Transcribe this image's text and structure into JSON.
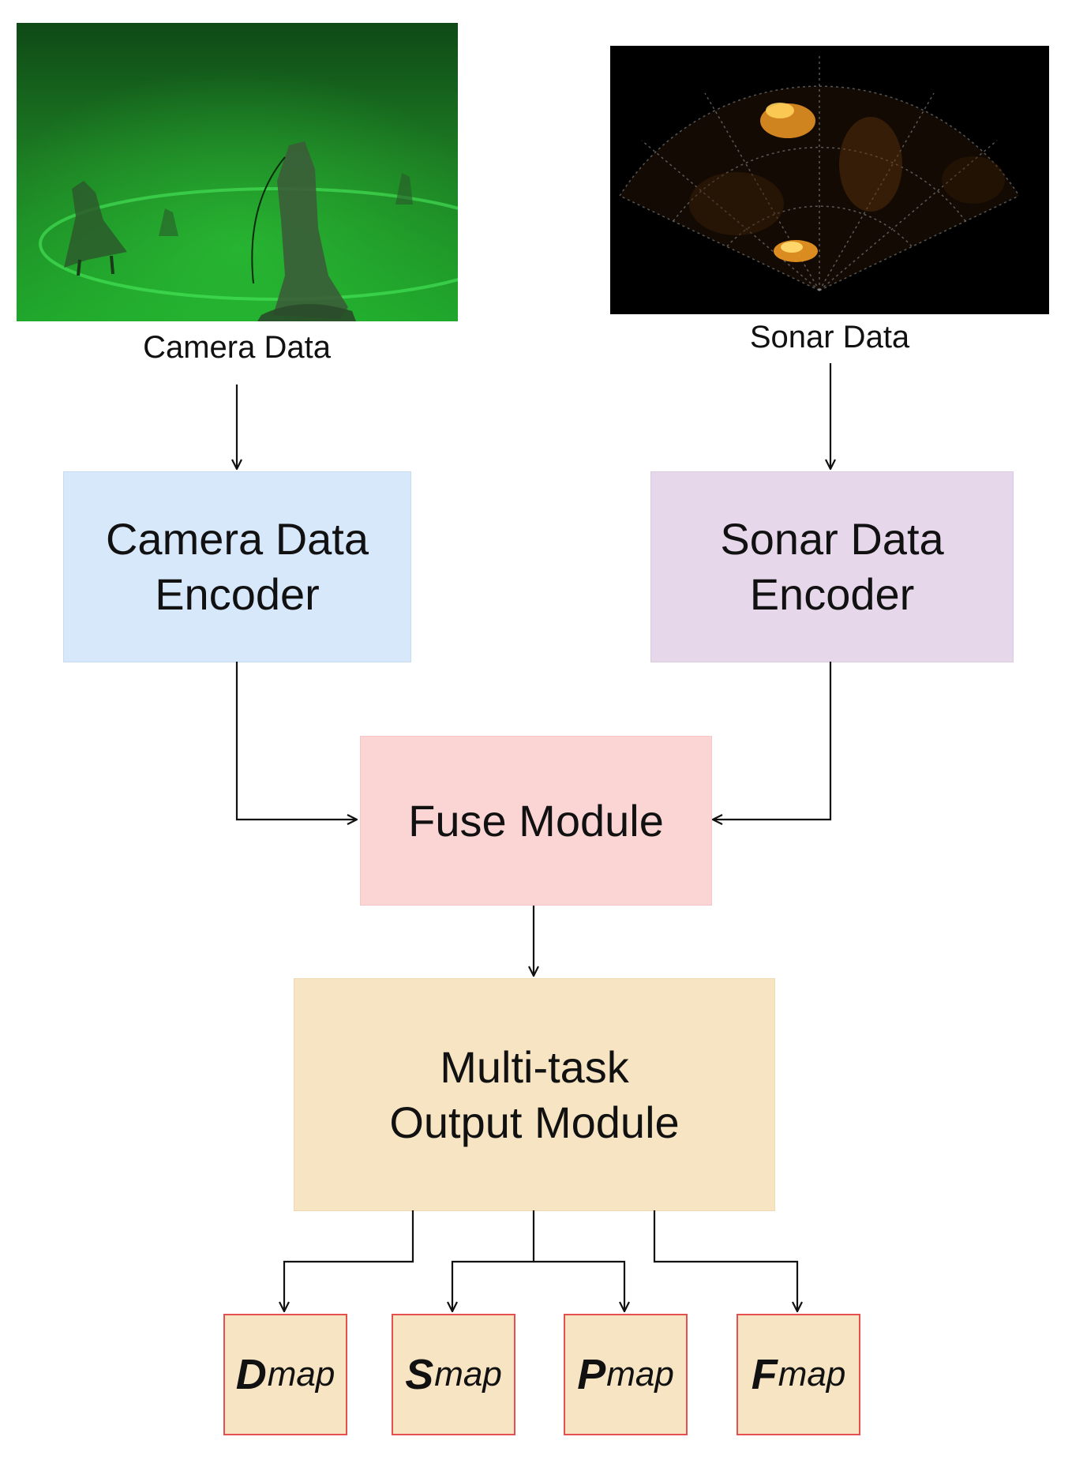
{
  "inputs": {
    "camera_caption": "Camera Data",
    "sonar_caption": "Sonar Data"
  },
  "encoders": {
    "camera_line1": "Camera Data",
    "camera_line2": "Encoder",
    "sonar_line1": "Sonar Data",
    "sonar_line2": "Encoder"
  },
  "fuse": {
    "label": "Fuse Module"
  },
  "output": {
    "line1": "Multi-task",
    "line2": "Output Module"
  },
  "outputs": [
    {
      "symbol": "D",
      "subscript": "map"
    },
    {
      "symbol": "S",
      "subscript": "map"
    },
    {
      "symbol": "P",
      "subscript": "map"
    },
    {
      "symbol": "F",
      "subscript": "map"
    }
  ],
  "colors": {
    "camera_encoder": "#d7e8fb",
    "sonar_encoder": "#e6d8ea",
    "fuse_module": "#fbd5d4",
    "output_module": "#f6e4c3",
    "output_border": "#e45050",
    "arrow": "#111111"
  }
}
